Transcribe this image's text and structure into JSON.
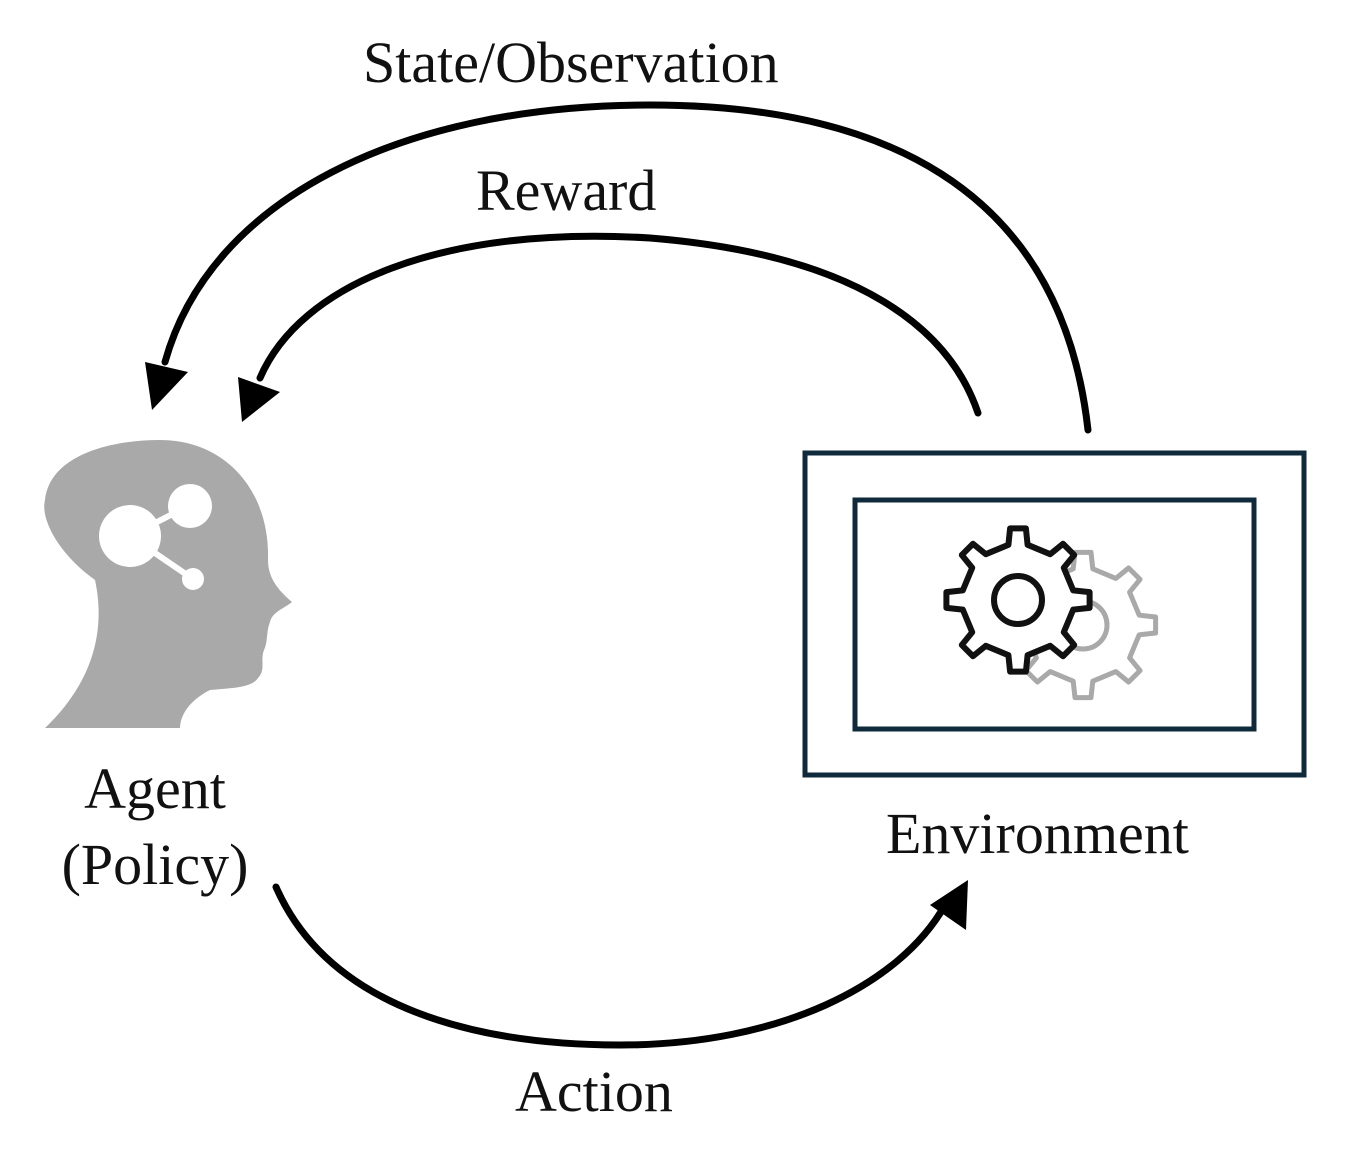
{
  "labels": {
    "state_observation": "State/Observation",
    "reward": "Reward",
    "agent": "Agent",
    "policy": "(Policy)",
    "environment": "Environment",
    "action": "Action"
  },
  "colors": {
    "arrow": "#000000",
    "agent_head": "#a9a9a9",
    "environment_frame": "#0f2a3a",
    "gear_front": "#111111",
    "gear_back": "#a9a9a9",
    "text": "#111111",
    "background": "#ffffff"
  },
  "icons": {
    "agent": "head-network-icon",
    "environment": "gears-icon"
  }
}
